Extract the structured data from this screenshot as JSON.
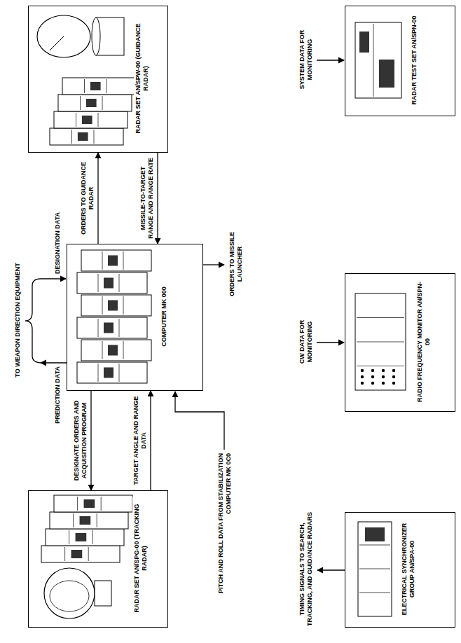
{
  "diagram": {
    "nodes": [
      {
        "text": [
          "RADAR SET AN/SPG-00 (TRACKING RADAR)"
        ]
      },
      {
        "text": [
          "COMPUTER MK 000"
        ]
      },
      {
        "text": [
          "RADAR SET AN/SPW-00 (GUIDANCE RADAR)"
        ]
      },
      {
        "text": [
          "ELECTRICAL SYNCHRONIZER GROUP AN/SPA-00"
        ]
      },
      {
        "text": [
          "RADIO FREQUENCY MONITOR AN/SPN-00"
        ]
      },
      {
        "text": [
          "RADAR TEST SET AN/SPN-00"
        ]
      }
    ],
    "edges": [
      {
        "from": 1,
        "to": 0,
        "label": "DESIGNATE ORDERS AND ACQUISITION PROGRAM",
        "arrow": "to"
      },
      {
        "from": 0,
        "to": 1,
        "label": "TARGET ANGLE AND RANGE DATA",
        "arrow": "to"
      },
      {
        "from": 1,
        "to": 2,
        "label": "ORDERS TO GUIDANCE RADAR",
        "arrow": "to"
      },
      {
        "from": 2,
        "to": 1,
        "label": "MISSILE-TO-TARGET RANGE AND RANGE RATE",
        "arrow": "to"
      }
    ],
    "labels": [
      "TO WEAPON DIRECTION EQUIPMENT",
      "PREDICTION DATA",
      "DESIGNATION DATA",
      "PITCH AND ROLL DATA FROM STABILIZATION COMPUTER MK 0C0",
      "ORDERS TO MISSILE LAUNCHER",
      "TIMING SIGNALS TO SEARCH, TRACKING, AND GUIDANCE RADARS",
      "CW DATA FOR MONITORING",
      "SYSTEM DATA FOR MONITORING"
    ]
  }
}
